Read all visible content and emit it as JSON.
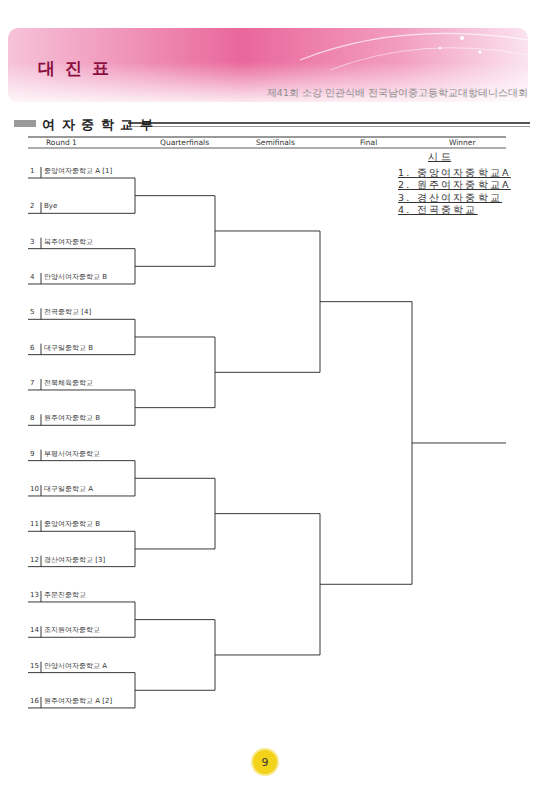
{
  "diagram": {
    "title": "대 진 표",
    "nodes": [
      {
        "text": [
          "9"
        ]
      }
    ],
    "labels": [
      "제41회 소강 민관식배 전국남여중고등학교대항테니스대회",
      "여 자 중 학 교 부",
      "Round 1",
      "Quarterfinals",
      "Semifinals",
      "Final",
      "Winner",
      "1",
      "중앙여자중학교 A [1]",
      "2",
      "Bye",
      "3",
      "복주여자중학교",
      "4",
      "안양서여자중학교 B",
      "5",
      "전곡중학교 [4]",
      "6",
      "대구일중학교 B",
      "7",
      "전북체육중학교",
      "8",
      "원주여자중학교 B",
      "9",
      "부평서여자중학교",
      "10",
      "대구일중학교 A",
      "11",
      "중앙여자중학교 B",
      "12",
      "경산여자중학교 [3]",
      "13",
      "주문진중학교",
      "14",
      "조지원여자중학교",
      "15",
      "안양서여자중학교 A",
      "16",
      "원주여자중학교 A [2]",
      "시 드",
      "1. 중앙여자중학교A",
      "2. 원주여자중학교A",
      "3. 경산여자중학교",
      "4. 전곡중학교"
    ]
  }
}
